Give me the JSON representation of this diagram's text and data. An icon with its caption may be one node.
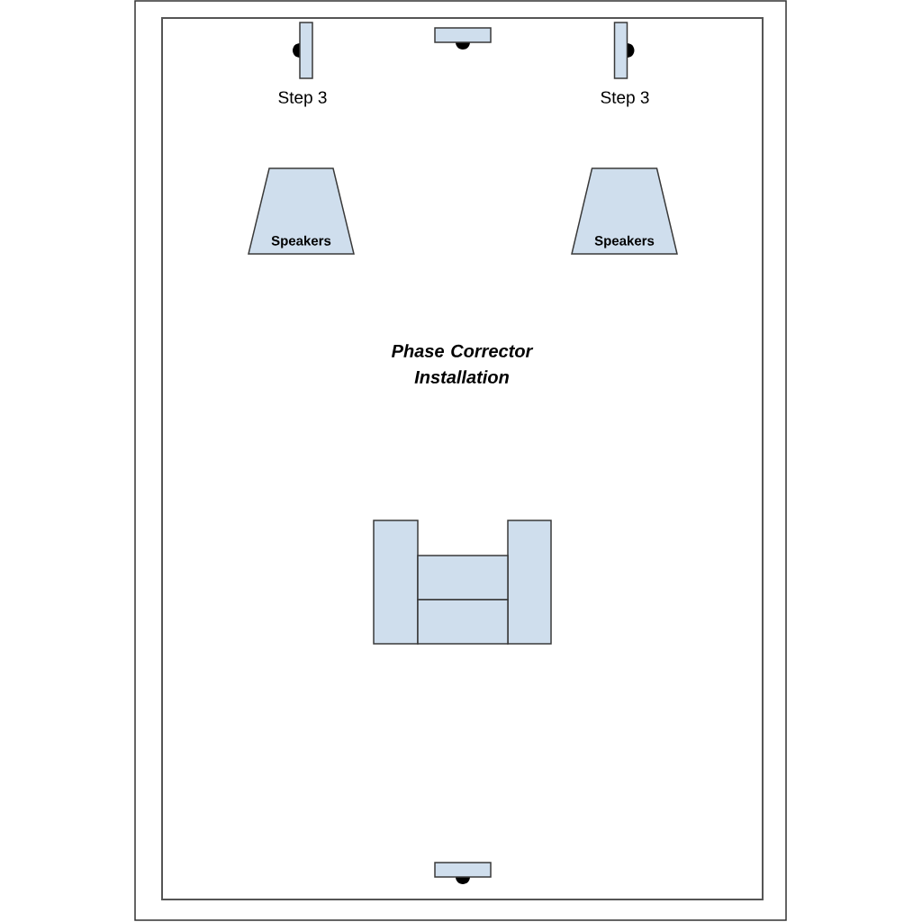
{
  "diagram": {
    "title": "Phase Corrector Installation",
    "nodes": [
      {
        "text": [],
        "shape": "box",
        "beside": [
          "Step 3"
        ]
      },
      {
        "text": [],
        "shape": "box"
      },
      {
        "text": [],
        "shape": "box",
        "beside": [
          "Step 3"
        ]
      },
      {
        "text": [
          "Speakers"
        ]
      },
      {
        "text": [
          "Speakers"
        ]
      },
      {
        "text": [],
        "shape": "box"
      }
    ]
  }
}
